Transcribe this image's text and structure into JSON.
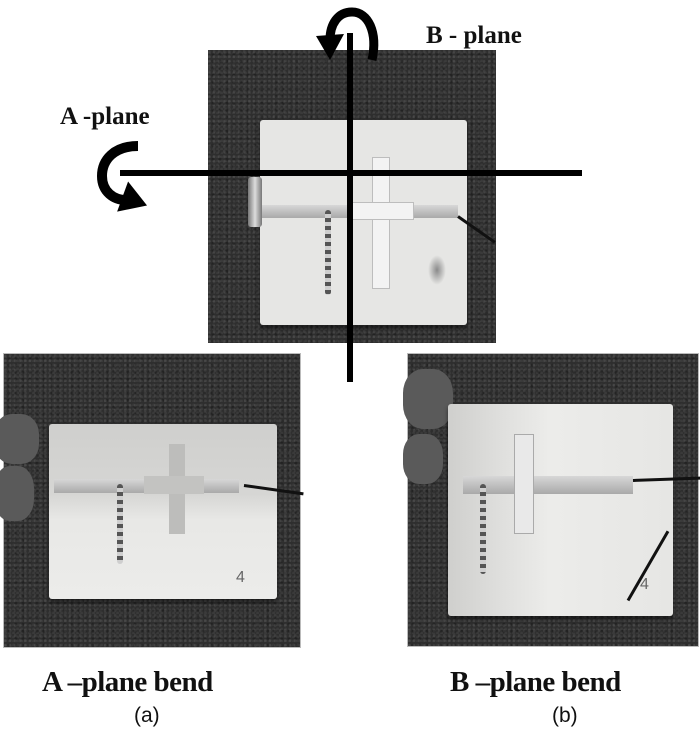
{
  "figure": {
    "top_photo": {
      "description": "Flat textile cross antenna on felt substrate with bending axes",
      "axis_labels": {
        "a_plane": "A -plane",
        "b_plane": "B - plane"
      },
      "icons": {
        "a_rotation": "curved-arrow-icon",
        "b_rotation": "curved-arrow-icon"
      }
    },
    "panels": [
      {
        "caption": "A –plane bend",
        "label": "(a)",
        "description": "Antenna bent along A-plane",
        "felt_mark": "4"
      },
      {
        "caption": "B –plane bend",
        "label": "(b)",
        "description": "Antenna bent along B-plane",
        "felt_mark": "4"
      }
    ],
    "colors": {
      "background": "#ffffff",
      "photo_background": "#2e2e2e",
      "felt": "#e6e6e4",
      "axis_line": "#000000",
      "text": "#111111"
    }
  }
}
